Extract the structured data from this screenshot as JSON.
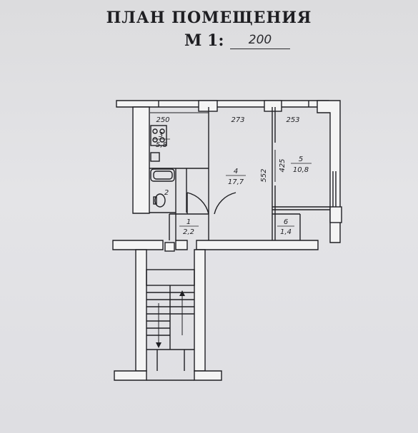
{
  "plan": {
    "title": "ПЛАН ПОМЕЩЕНИЯ",
    "scale_label": "М 1:",
    "scale_value": "200"
  },
  "dimensions": {
    "top_left": "250",
    "top_middle": "273",
    "top_right": "253",
    "height_middle": "552",
    "height_right": "425"
  },
  "rooms": [
    {
      "number": "1",
      "area": "2,2"
    },
    {
      "number": "2",
      "area": ""
    },
    {
      "number": "3",
      "area": "5,8"
    },
    {
      "number": "4",
      "area": "17,7"
    },
    {
      "number": "5",
      "area": "10,8"
    },
    {
      "number": "6",
      "area": "1,4"
    }
  ],
  "colors": {
    "paper": "#e1e1e4",
    "wall_fill": "#f4f4f4",
    "ink": "#1f1f23"
  }
}
